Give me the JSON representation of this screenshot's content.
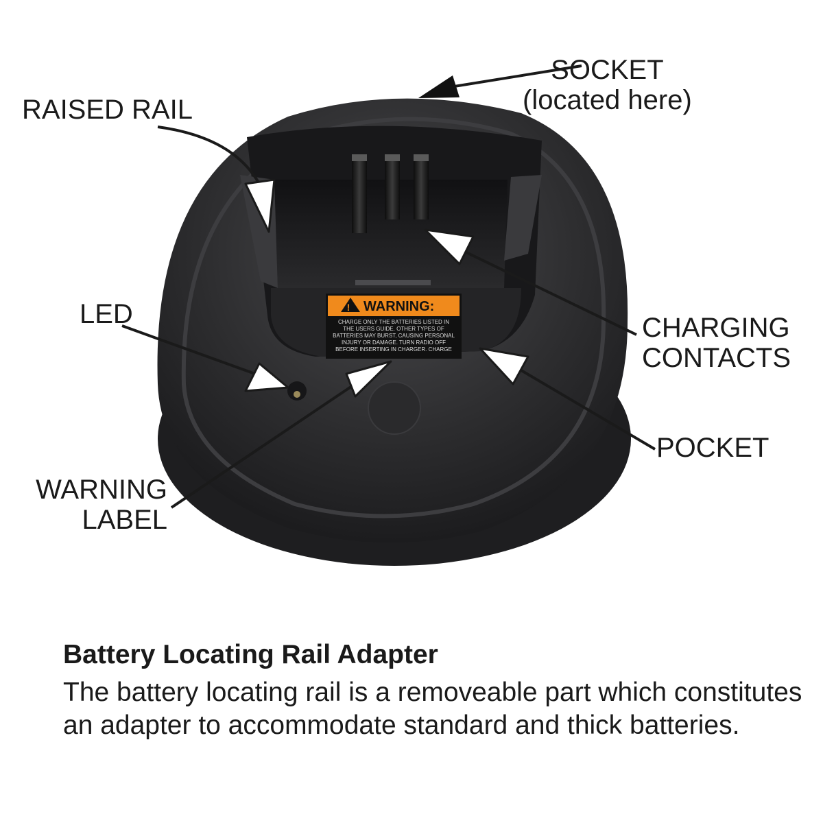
{
  "labels": {
    "socket_line1": "SOCKET",
    "socket_line2": "(located here)",
    "raised_rail": "RAISED RAIL",
    "led": "LED",
    "charging_line1": "CHARGING",
    "charging_line2": "CONTACTS",
    "pocket": "POCKET",
    "warning_line1": "WARNING",
    "warning_line2": "LABEL"
  },
  "warning_sticker": {
    "heading": "WARNING:",
    "lines": [
      "CHARGE ONLY THE BATTERIES LISTED IN",
      "THE USERS GUIDE. OTHER TYPES OF",
      "BATTERIES MAY BURST, CAUSING PERSONAL",
      "INJURY OR DAMAGE. TURN RADIO OFF",
      "BEFORE INSERTING IN CHARGER. CHARGE"
    ]
  },
  "caption": {
    "title": "Battery Locating Rail Adapter",
    "body": "The battery locating rail is a removeable part which constitutes an adapter to accommodate standard and thick batteries."
  },
  "colors": {
    "charger_body": "#2b2b2d",
    "charger_highlight": "#4a4a4d",
    "pocket": "#1f1f21",
    "warning_orange": "#f08a1c",
    "arrow_outline": "#1a1a1a",
    "arrow_fill": "#ffffff"
  }
}
